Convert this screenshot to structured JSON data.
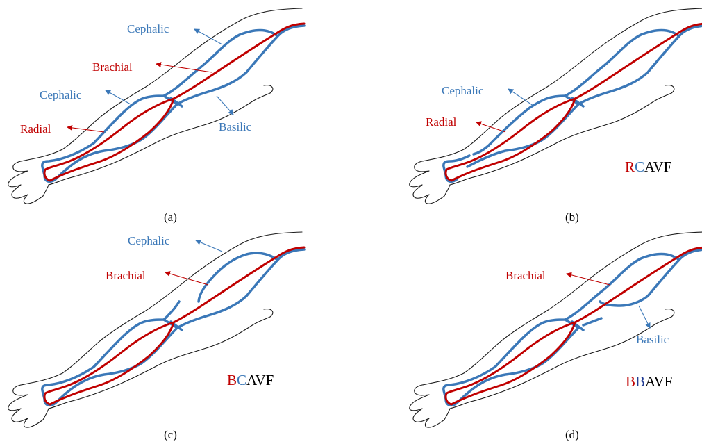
{
  "colors": {
    "artery": "#c00000",
    "vein": "#3b78b8",
    "text": "#000000",
    "outline": "#1a1a1a"
  },
  "panels": {
    "a": {
      "caption": "(a)",
      "label_cephalic_upper": "Cephalic",
      "label_brachial": "Brachial",
      "label_cephalic_lower": "Cephalic",
      "label_radial": "Radial",
      "label_basilic": "Basilic"
    },
    "b": {
      "caption": "(b)",
      "label_cephalic": "Cephalic",
      "label_radial": "Radial",
      "title_part1": "R",
      "title_part2": "C",
      "title_part3": "AVF"
    },
    "c": {
      "caption": "(c)",
      "label_cephalic": "Cephalic",
      "label_brachial": "Brachial",
      "title_part1": "B",
      "title_part2": "C",
      "title_part3": "AVF"
    },
    "d": {
      "caption": "(d)",
      "label_brachial": "Brachial",
      "label_basilic": "Basilic",
      "title_part1": "B",
      "title_part2": "B",
      "title_part3": "AVF"
    }
  }
}
